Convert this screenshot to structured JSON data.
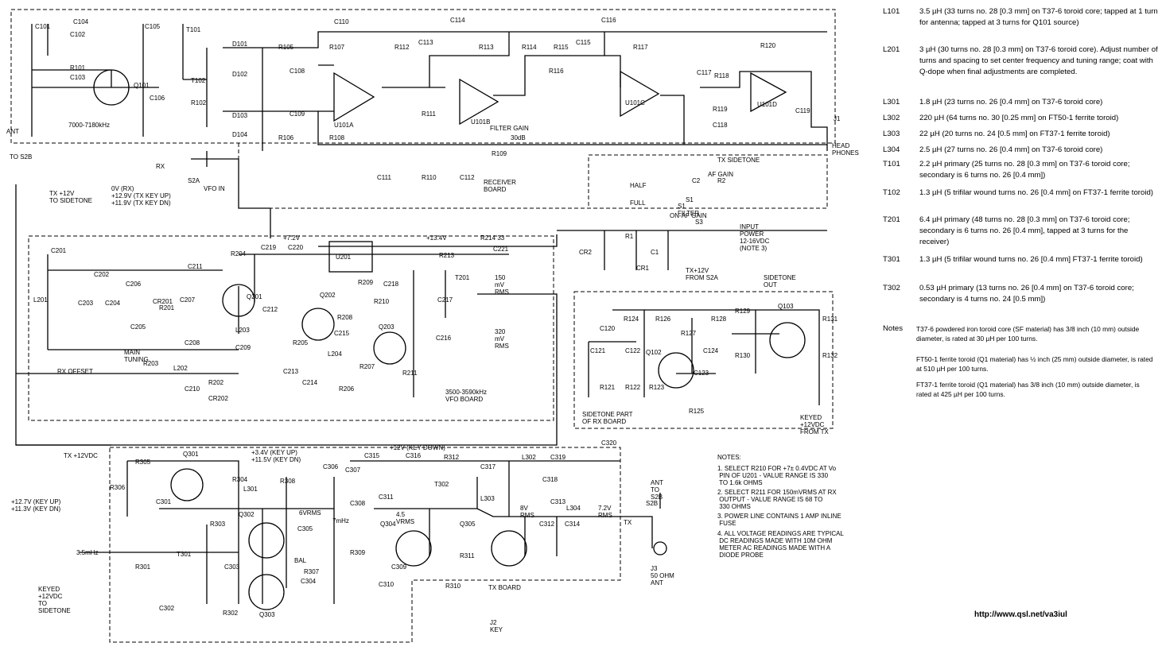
{
  "boards": {
    "receiver": "RECEIVER\nBOARD",
    "vfo": "3500-3590kHz\nVFO BOARD",
    "tx": "TX BOARD",
    "sidetone": "SIDETONE PART\nOF RX BOARD",
    "filter_gain": "FILTER GAIN",
    "filter_gain_value": "30dB"
  },
  "labels": {
    "ant": "ANT",
    "to_s2b": "TO S2B",
    "freq_rx": "7000-7180kHz",
    "rx_offset": "RX OFFSET",
    "main_tuning": "MAIN\nTUNING",
    "vfo_in": "VFO IN",
    "tx_sidetone": "TX SIDETONE",
    "half": "HALF",
    "full": "FULL",
    "s1_filter": "S1\nFILTER",
    "af_gain": "AF GAIN",
    "on_af_gain": "ON-AF GAIN",
    "input_power": "INPUT\nPOWER\n12-16VDC\n(NOTE 3)",
    "head_phones": "HEAD\nPHONES",
    "tx_12v_s2a": "TX+12V\nFROM S2A",
    "sidetone_out": "SIDETONE\nOUT",
    "keyed_12v_tx": "KEYED\n+12VDC\nFROM TX",
    "keyed_12v_sidetone": "KEYED\n+12VDC\nTO\nSIDETONE",
    "tx_12v_to_sidetone": "TX +12V\nTO SIDETONE",
    "ov_rx": "0V (RX)\n+12.9V (TX KEY UP)\n+11.9V (TX KEY DN)",
    "tx_12vdc": "TX +12VDC",
    "key_volts": "+12.7V (KEY UP)\n+11.3V (KEY DN)",
    "ant_to_s2b": "ANT\nTO\nS2B",
    "j3": "J3\n50 OHM\nANT",
    "j2": "J2\nKEY",
    "j1": "J1",
    "rx": "RX",
    "tx": "TX",
    "s2a": "S2A",
    "s2b": "S2B",
    "three_5mhz": "3.5mHz",
    "seven_mhz": "7mHz",
    "bal": "BAL",
    "v_plus": "+7.2V",
    "v_134": "+13.4V",
    "r214": "R214 33",
    "mv150": "150\nmV\nRMS",
    "mv320": "320\nmV\nRMS",
    "vrms6": "6VRMS",
    "vrms45": "4.5\nVRMS",
    "vrms8": "8V\nRMS",
    "vrms72": "7.2V\nRMS",
    "v34": "+3.4V (KEY UP)\n+11.5V (KEY DN)",
    "v12_key_down": "+12V (KEY DOWN)"
  },
  "notes_schematic": {
    "title": "NOTES:",
    "items": [
      "1.  SELECT R210 FOR +7± 0.4VDC AT Vo\n    PIN OF U201 - VALUE RANGE IS 330\n    TO 1.6k OHMS",
      "2.  SELECT R211 FOR 150mVRMS AT RX\n    OUTPUT - VALUE RANGE IS 68 TO\n    330 OHMS",
      "3.  POWER LINE CONTAINS 1 AMP INLINE\n    FUSE",
      "4.  ALL VOLTAGE READINGS ARE TYPICAL\n    DC READINGS MADE WITH 10M OHM\n    METER AC READINGS MADE WITH A\n    DIODE PROBE"
    ]
  },
  "components": {
    "rx_board": [
      "C101",
      "C102",
      "C103",
      "C104",
      "C105",
      "C106",
      "R101",
      "Q101",
      "T101",
      "T102",
      "R102",
      "D101",
      "D102",
      "D103",
      "D104",
      "R105",
      "R106",
      "R107",
      "R108",
      "C108",
      "C109",
      "U101A",
      "U101B",
      "U101C",
      "U101D",
      "C110",
      "C113",
      "C114",
      "C115",
      "C116",
      "R112",
      "R113",
      "R114",
      "R115",
      "R116",
      "R117",
      "R111",
      "R109",
      "R110",
      "C111",
      "C112",
      "C117",
      "R118",
      "R119",
      "C118",
      "R120",
      "C119",
      "C2",
      "R2",
      "C1",
      "R1",
      "CR1",
      "CR2",
      "S1",
      "S3"
    ],
    "vfo_board": [
      "C201",
      "C202",
      "C203",
      "C204",
      "C205",
      "C206",
      "C207",
      "C208",
      "C209",
      "C210",
      "C211",
      "C212",
      "C213",
      "C214",
      "C215",
      "C216",
      "C217",
      "C218",
      "C219",
      "C220",
      "C221",
      "L201",
      "L202",
      "L203",
      "L204",
      "R201",
      "R202",
      "R203",
      "R204",
      "R205",
      "R206",
      "R207",
      "R208",
      "R209",
      "R210",
      "R211",
      "R213",
      "Q201",
      "Q202",
      "Q203",
      "U201",
      "CR201",
      "CR202",
      "T201"
    ],
    "sidetone": [
      "C120",
      "C121",
      "C122",
      "C123",
      "C124",
      "R121",
      "R122",
      "R123",
      "R124",
      "R125",
      "R126",
      "R127",
      "R128",
      "R129",
      "R130",
      "R131",
      "R132",
      "Q102",
      "Q103"
    ],
    "tx_board": [
      "R301",
      "R302",
      "R303",
      "R304",
      "R305",
      "R306",
      "R307",
      "R308",
      "R309",
      "R310",
      "R311",
      "R312",
      "C301",
      "C302",
      "C303",
      "C304",
      "C305",
      "C306",
      "C307",
      "C308",
      "C309",
      "C310",
      "C311",
      "C312",
      "C313",
      "C314",
      "C315",
      "C316",
      "C317",
      "C318",
      "C319",
      "C320",
      "Q301",
      "Q302",
      "Q303",
      "Q304",
      "Q305",
      "L301",
      "L302",
      "L303",
      "L304",
      "T301",
      "T302"
    ]
  },
  "legend": [
    {
      "ref": "L101",
      "desc": "3.5 µH (33 turns no. 28 [0.3 mm] on T37-6 toroid core; tapped at 1 turn for antenna; tapped at 3 turns for Q101 source)"
    },
    {
      "ref": "L201",
      "desc": "3 µH (30 turns no. 28 [0.3 mm] on T37-6 toroid core). Adjust number of turns and spacing to set center frequency and tuning range; coat with Q-dope when final adjustments are completed."
    },
    {
      "ref": "L301",
      "desc": "1.8 µH (23 turns no. 26 [0.4 mm] on T37-6 toroid core)"
    },
    {
      "ref": "L302",
      "desc": "220 µH (64 turns no. 30 [0.25 mm] on FT50-1 ferrite toroid)"
    },
    {
      "ref": "L303",
      "desc": "22 µH (20 turns no. 24 [0.5 mm] on FT37-1 ferrite toroid)"
    },
    {
      "ref": "L304",
      "desc": "2.5 µH (27 turns no. 26 [0.4 mm] on T37-6 toroid core)"
    },
    {
      "ref": "T101",
      "desc": "2.2 µH primary (25 turns no. 28 [0.3 mm] on T37-6 toroid core; secondary is 6 turns no. 26 [0.4 mm])"
    },
    {
      "ref": "T102",
      "desc": "1.3 µH (5 trifilar wound turns no. 26 [0.4 mm] on FT37-1 ferrite toroid)"
    },
    {
      "ref": "T201",
      "desc": "6.4 µH primary (48 turns no. 28 [0.3 mm] on T37-6 toroid core; secondary is 6 turns no. 26 [0.4 mm], tapped at 3 turns for the receiver)"
    },
    {
      "ref": "T301",
      "desc": "1.3 µH (5 trifilar wound turns no. 26 [0.4 mm] FT37-1 ferrite toroid)"
    },
    {
      "ref": "T302",
      "desc": "0.53 µH primary (13 turns no. 26 [0.4 mm] on T37-6 toroid core; secondary is 4 turns no. 24 [0.5 mm])"
    }
  ],
  "legend_notes": {
    "title": "Notes",
    "items": [
      "T37-6 powdered iron toroid core (SF material) has 3/8 inch (10 mm) outside diameter, is rated at 30 µH per 100 turns.",
      "FT50-1 ferrite toroid (Q1 material) has ½ inch (25 mm) outside diameter, is rated at 510 µH per 100 turns.",
      "FT37-1 ferrite toroid (Q1 material) has 3/8 inch (10 mm) outside diameter, is rated at 425 µH per 100 turns."
    ]
  },
  "url": "http://www.qsl.net/va3iul"
}
